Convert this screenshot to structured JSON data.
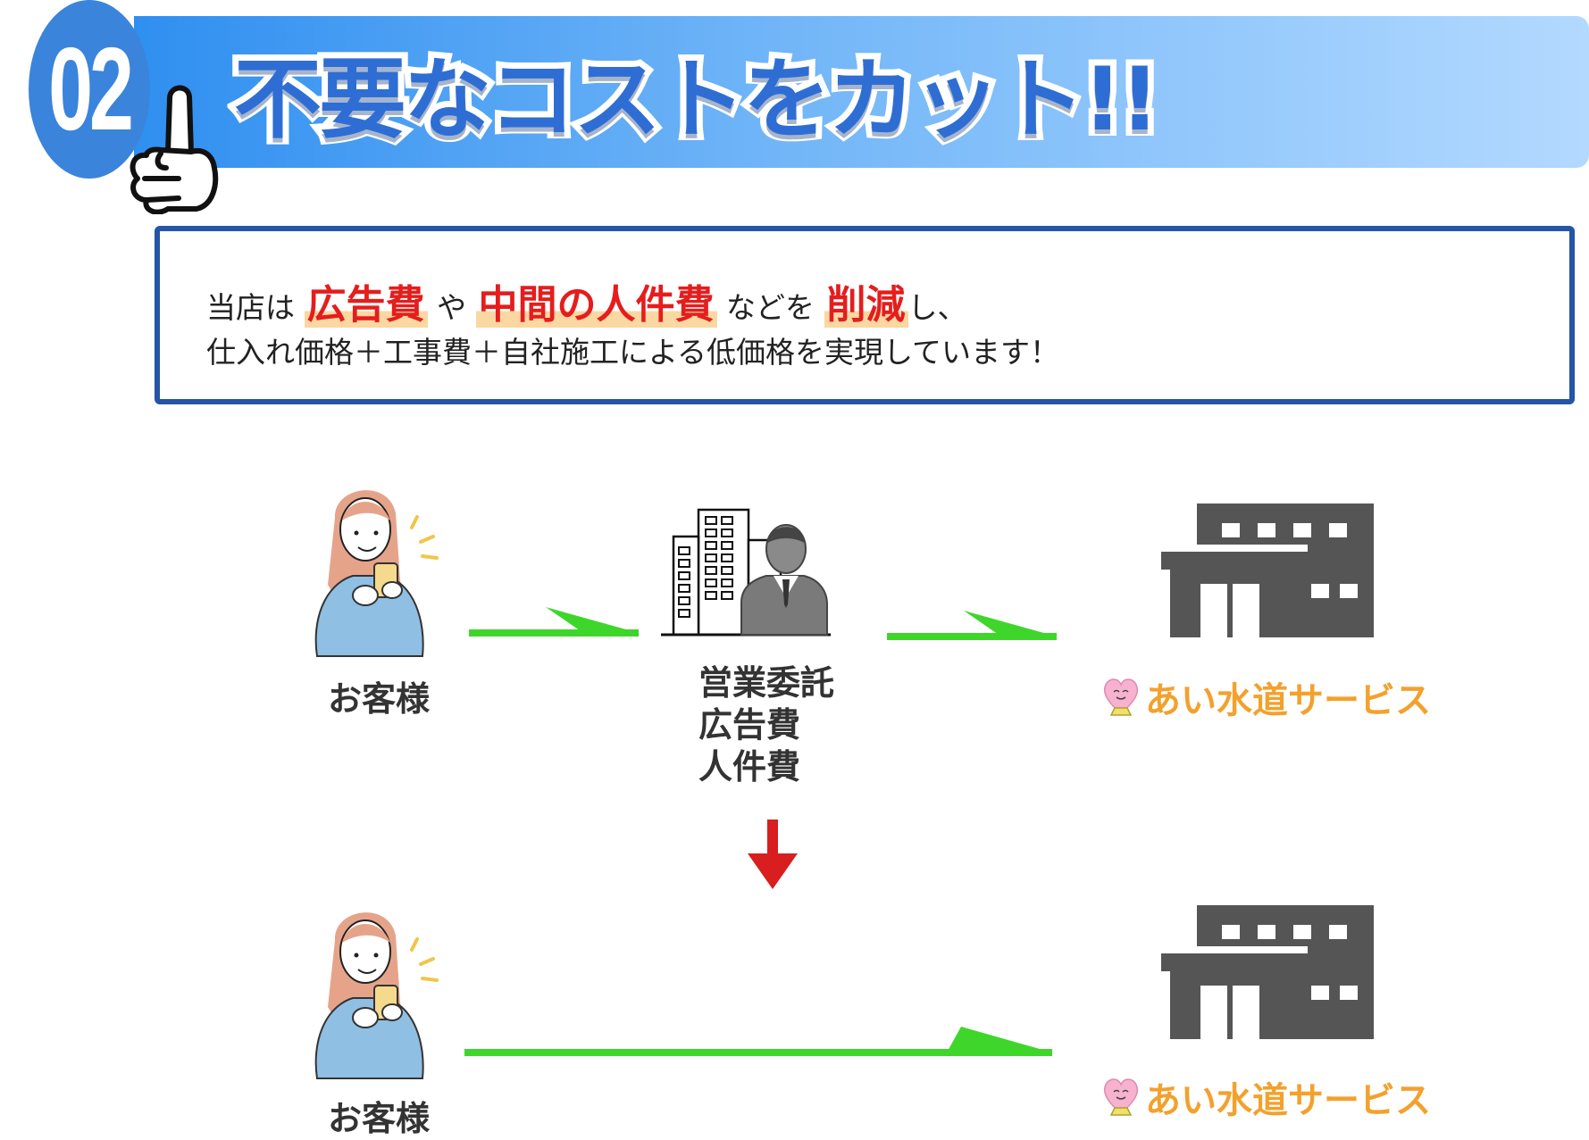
{
  "header": {
    "number": "02",
    "title": "不要なコストをカット!!",
    "colors": {
      "banner_start": "#2f8ff0",
      "banner_end": "#b3d9ff",
      "title": "#2e6ed4",
      "circle": "#3a84dc"
    }
  },
  "info": {
    "line1": [
      {
        "text": "当店は",
        "highlight": false
      },
      {
        "text": "広告費",
        "highlight": true
      },
      {
        "text": "や",
        "highlight": false
      },
      {
        "text": "中間の人件費",
        "highlight": true
      },
      {
        "text": "などを",
        "highlight": false
      },
      {
        "text": "削減",
        "highlight": true
      },
      {
        "text": "し、",
        "highlight": false
      }
    ],
    "line2": "仕入れ価格＋工事費＋自社施工による低価格を実現しています！",
    "highlight_color": "#e51d1d",
    "border_color": "#2455a6"
  },
  "diagram": {
    "customer_label": "お客様",
    "middle_lines": [
      "営業委託",
      "広告費",
      "人件費"
    ],
    "company_name": "あい水道サービス",
    "customer_label_2": "お客様",
    "company_name_2": "あい水道サービス",
    "arrow_color": "#3fd62b",
    "down_arrow_color": "#d81e1e",
    "building_color": "#555555"
  }
}
